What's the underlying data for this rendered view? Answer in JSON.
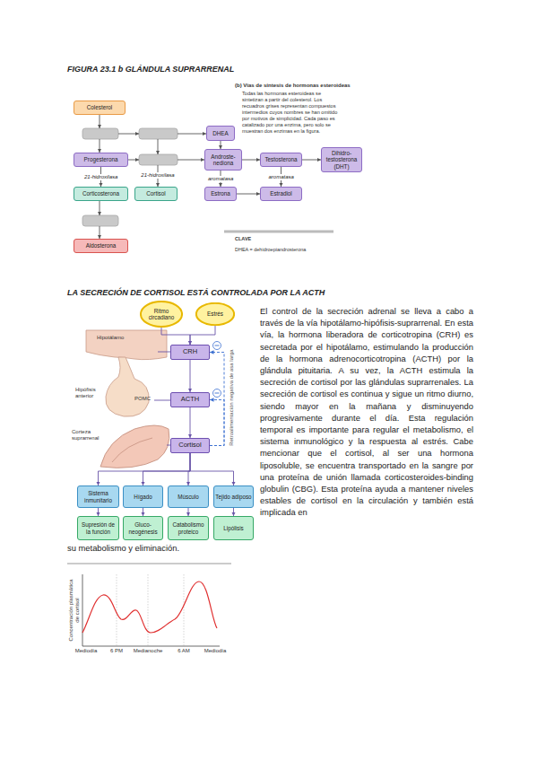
{
  "diagram": {
    "title": "FIGURA 23.1 b GLÁNDULA SUPRARRENAL",
    "nodes": [
      {
        "text": [
          "Colesterol"
        ]
      },
      {
        "text": [
          "DHEA"
        ]
      },
      {
        "text": [
          "Progesterona"
        ]
      },
      {
        "text": [
          "Androste- nediona"
        ]
      },
      {
        "text": [
          "Testosterona"
        ]
      },
      {
        "text": [
          "Dihidro- testosterona (DHT)"
        ]
      },
      {
        "text": [
          "Corticosterona"
        ]
      },
      {
        "text": [
          "Cortisol"
        ]
      },
      {
        "text": [
          "Estrona"
        ]
      },
      {
        "text": [
          "Estradiol"
        ]
      },
      {
        "text": [
          "Aldosterona"
        ]
      },
      {
        "text": [
          "Ritmo circadiano"
        ]
      },
      {
        "text": [
          "Estrés"
        ]
      },
      {
        "text": [
          "CRH"
        ]
      },
      {
        "text": [
          "ACTH"
        ]
      },
      {
        "text": [
          "Cortisol"
        ]
      },
      {
        "text": [
          "Sistema inmunitario"
        ]
      },
      {
        "text": [
          "Hígado"
        ]
      },
      {
        "text": [
          "Músculo"
        ]
      },
      {
        "text": [
          "Tejido adiposo"
        ]
      },
      {
        "text": [
          "Supresión de la función"
        ]
      },
      {
        "text": [
          "Gluco- neogénesis"
        ]
      },
      {
        "text": [
          "Catabolismo proteico"
        ]
      },
      {
        "text": [
          "Lipólisis"
        ]
      }
    ],
    "edges": [
      {
        "from": 2,
        "to": 6,
        "label": "21-hidroxilasa",
        "arrow": "to"
      },
      {
        "from": 1,
        "to": 3,
        "arrow": "to"
      },
      {
        "from": 3,
        "to": 4,
        "arrow": "to"
      },
      {
        "from": 4,
        "to": 5,
        "arrow": "to"
      },
      {
        "from": 3,
        "to": 8,
        "label": "aromatasa",
        "arrow": "to"
      },
      {
        "from": 4,
        "to": 9,
        "label": "aromatasa",
        "arrow": "to"
      },
      {
        "from": 8,
        "to": 9,
        "arrow": "to"
      },
      {
        "from": 11,
        "to": 13,
        "arrow": "to"
      },
      {
        "from": 12,
        "to": 13,
        "arrow": "to"
      },
      {
        "from": 13,
        "to": 14,
        "arrow": "to"
      },
      {
        "from": 14,
        "to": 15,
        "arrow": "to"
      },
      {
        "from": 15,
        "to": 13,
        "arrow": "to"
      },
      {
        "from": 15,
        "to": 14,
        "arrow": "to"
      },
      {
        "from": 15,
        "to": 16,
        "arrow": "to"
      },
      {
        "from": 15,
        "to": 17,
        "arrow": "to"
      },
      {
        "from": 15,
        "to": 18,
        "arrow": "to"
      },
      {
        "from": 15,
        "to": 19,
        "arrow": "to"
      },
      {
        "from": 16,
        "to": 20,
        "arrow": "to"
      },
      {
        "from": 17,
        "to": 21,
        "arrow": "to"
      },
      {
        "from": 18,
        "to": 22,
        "arrow": "to"
      },
      {
        "from": 19,
        "to": 23,
        "arrow": "to"
      }
    ],
    "labels": [
      "(b) Vías de síntesis de hormonas esteroideas",
      "Todas las hormonas esteroideas se sintetizan a partir del colesterol. Los recuadros grises representan compuestos intermedios cuyos nombres se han omitido por motivos de simplicidad. Cada paso es catalizado por una enzima, pero solo se muestran dos enzimas en la figura.",
      "21-hidroxilasa",
      "CLAVE",
      "DHEA = dehidroepiandrosterona",
      "LA SECRECIÓN DE CORTISOL ESTÁ CONTROLADA POR LA ACTH",
      "Hipotálamo",
      "Hipófisis anterior",
      "POMC",
      "Corteza suprarrenal",
      "Retroalimentación negativa de asa larga",
      "El control de la secreción adrenal se lleva a cabo a través de la vía hipotálamo-hipófisis-suprarrenal. En esta vía, la hormona liberadora de corticotropina (CRH) es secretada por el hipotálamo, estimulando la producción de la hormona adrenocorticotropina (ACTH) por la glándula pituitaria. A su vez, la ACTH estimula la secreción de cortisol por las glándulas suprarrenales. La secreción de cortisol es continua y sigue un ritmo diurno, siendo mayor en la mañana y disminuyendo progresivamente durante el día. Esta regulación temporal es importante para regular el metabolismo, el sistema inmunológico y la respuesta al estrés. Cabe mencionar que el cortisol, al ser una hormona liposoluble, se encuentra transportado en la sangre por una proteína de unión llamada corticosteroides-binding globulin (CBG). Esta proteína ayuda a mantener niveles estables de cortisol en la circulación y también está implicada en",
      "su metabolismo y eliminación.",
      "Concentración plasmática de cortisol",
      "Mediodía",
      "6 PM",
      "Medianoche",
      "6 AM",
      "Mediodía"
    ]
  }
}
